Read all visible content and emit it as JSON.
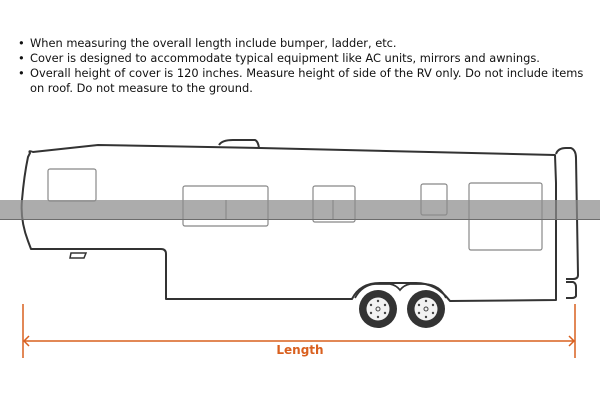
{
  "notes": [
    "When measuring the overall length include bumper, ladder, etc.",
    "Cover is designed to accommodate typical equipment like AC units, mirrors and awnings.",
    "Overall height of cover is 120 inches. Measure height of side of the RV only. Do not include items on roof. Do not measure to the ground."
  ],
  "diagram": {
    "subject": "fifth-wheel RV side profile",
    "dimension_label": "Length",
    "colors": {
      "outline": "#333333",
      "window": "#888888",
      "dimension": "#d9601f",
      "band": "#8c8c8c"
    }
  }
}
